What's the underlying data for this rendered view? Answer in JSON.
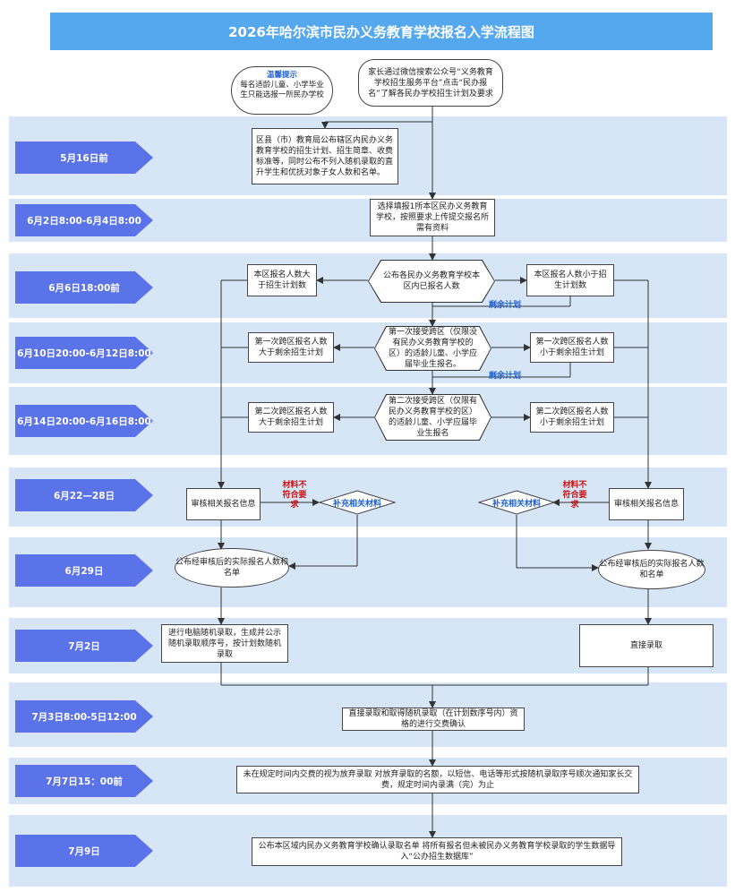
{
  "title": "2026年哈尔滨市民办义务教育学校报名入学流程图",
  "tip": {
    "heading": "温馨提示",
    "text": "每名适龄儿童、小学毕业生只能选报一所民办学校"
  },
  "dates": [
    "5月16日前",
    "6月2日8:00-6月4日8:00",
    "6月6日18:00前",
    "6月10日20:00-6月12日8:00",
    "6月14日20:00-6月16日8:00",
    "6月22—28日",
    "6月29日",
    "7月2日",
    "7月3日8:00-5日12:00",
    "7月7日15：00前",
    "7月9日"
  ],
  "start": "家长通过微信搜索公众号“义务教育学校招生服务平台”点击“民办报名”了解各民办学校招生计划及要求",
  "step_publish_plan": "区县（市）教育局公布辖区内民办义务教育学校的招生计划、招生简章、收费标准等，同时公布不列入随机录取的直升学生和优抚对象子女人数和名单。",
  "step_apply": "选择填报1所本区民办义务教育学校，按照要求上传提交报名所需有资料",
  "hex1": "公布各民办义务教育学校本区内已报名人数",
  "left1": "本区报名人数大于招生计划数",
  "right1": "本区报名人数小于招生计划数",
  "remaining1": "剩余计划",
  "hex2": "第一次接受跨区（仅限没有民办义务教育学校的区）的适龄儿童、小学应届毕业生报名。",
  "left2": "第一次跨区报名人数大于剩余招生计划",
  "right2": "第一次跨区报名人数小于剩余招生计划",
  "remaining2": "剩余计划",
  "hex3": "第二次接受跨区（仅限有民办义务教育学校的区）的适龄儿童、小学应届毕业生报名",
  "left3": "第二次跨区报名人数大于剩余招生计划",
  "right3": "第二次跨区报名人数小于剩余招生计划",
  "review_left": "审核相关报名信息",
  "review_right": "审核相关报名信息",
  "not_meet": "材料不符合要求",
  "supplement": "补充相关材料",
  "publish_left": "公布经审核后的实际报名人数和名单",
  "publish_right": "公布经审核后的实际报名人数和名单",
  "random": "进行电脑随机录取，生成并公示随机录取顺序号，按计划数随机录取",
  "direct": "直接录取",
  "pay": "直接录取和取得随机录取（在计划数序号内）资格的进行交费确认",
  "forfeit": "未在规定时间内交费的视为放弃录取 对放弃录取的名额，以短信、电话等形式按随机录取序号顺次通知家长交费，规定时间内录满（完）为止",
  "final": "公布本区域内民办义务教育学校确认录取名单 将所有报名但未被民办义务教育学校录取的学生数据导入“公办招生数据库”"
}
